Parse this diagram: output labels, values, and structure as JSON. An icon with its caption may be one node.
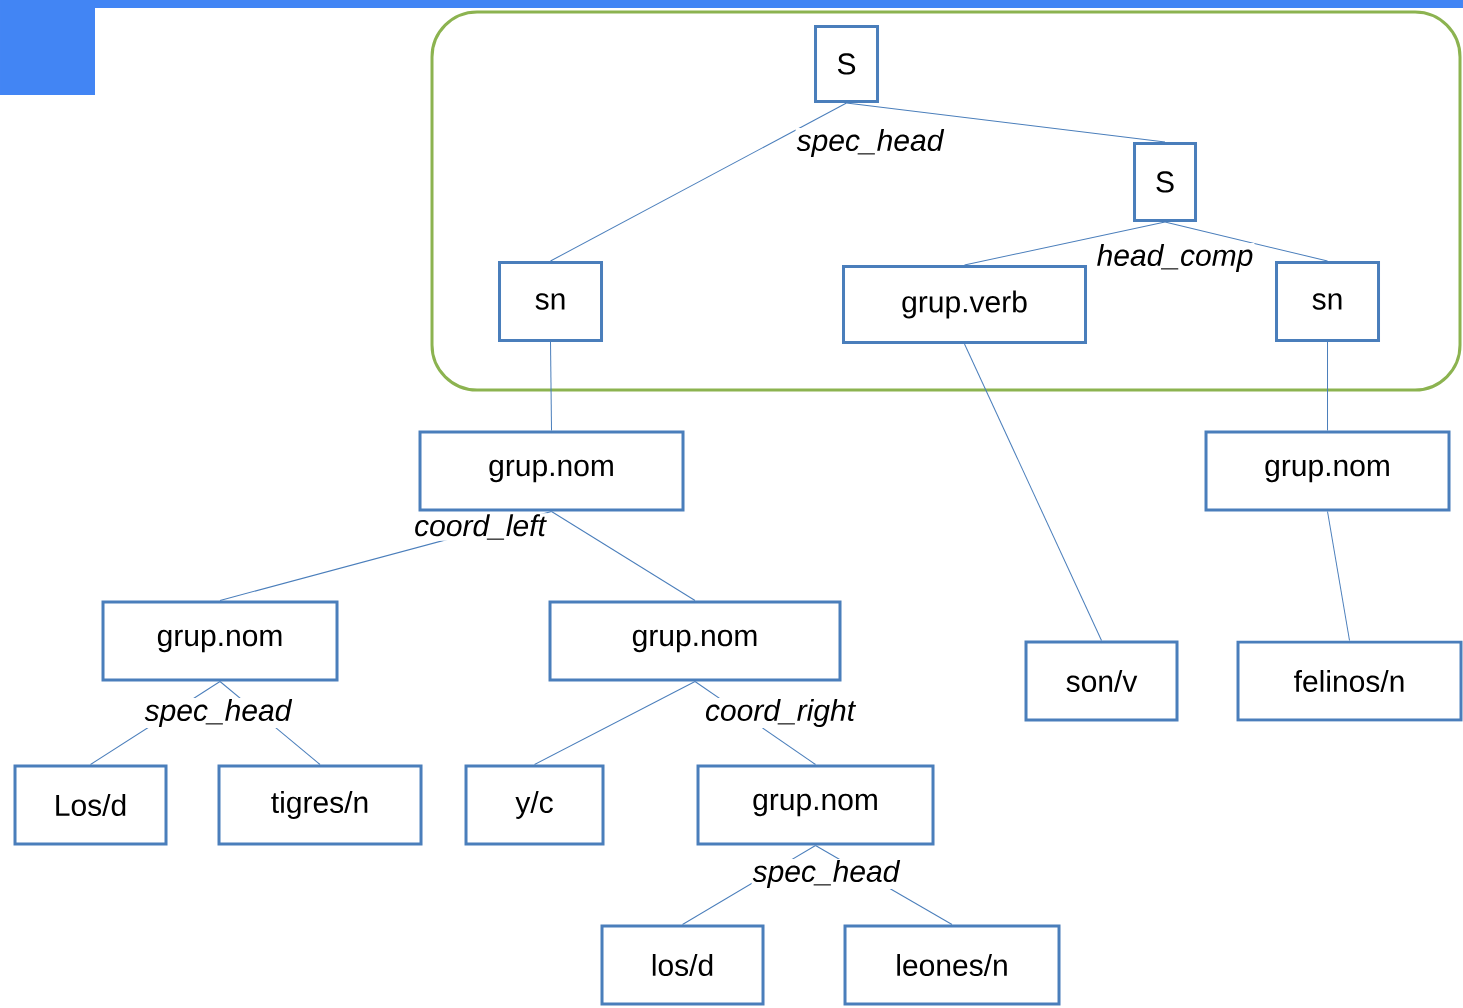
{
  "diagram": {
    "nodes": [
      {
        "text": [],
        "shape": "box"
      },
      {
        "text": [
          "S"
        ],
        "in": 0
      },
      {
        "text": [
          "S"
        ],
        "in": 0
      },
      {
        "text": [
          "sn"
        ],
        "in": 0
      },
      {
        "text": [
          "grup.verb"
        ],
        "in": 0
      },
      {
        "text": [
          "sn"
        ],
        "in": 0
      },
      {
        "text": [
          "grup.nom"
        ]
      },
      {
        "text": [
          "grup.nom"
        ]
      },
      {
        "text": [
          "grup.nom"
        ]
      },
      {
        "text": [
          "grup.nom"
        ]
      },
      {
        "text": [
          "son/v"
        ]
      },
      {
        "text": [
          "felinos/n"
        ]
      },
      {
        "text": [
          "Los/d"
        ]
      },
      {
        "text": [
          "tigres/n"
        ]
      },
      {
        "text": [
          "y/c"
        ]
      },
      {
        "text": [
          "grup.nom"
        ]
      },
      {
        "text": [
          "los/d"
        ]
      },
      {
        "text": [
          "leones/n"
        ]
      }
    ],
    "edges": [
      {
        "from": 1,
        "to": 3,
        "arrow": "none"
      },
      {
        "from": 1,
        "to": 2,
        "arrow": "none"
      },
      {
        "from": 2,
        "to": 4,
        "arrow": "none"
      },
      {
        "from": 2,
        "to": 5,
        "arrow": "none"
      },
      {
        "from": 3,
        "to": 6,
        "arrow": "none"
      },
      {
        "from": 4,
        "to": 10,
        "arrow": "none"
      },
      {
        "from": 5,
        "to": 7,
        "arrow": "none"
      },
      {
        "from": 6,
        "to": 8,
        "arrow": "none"
      },
      {
        "from": 6,
        "to": 9,
        "arrow": "none"
      },
      {
        "from": 7,
        "to": 11,
        "arrow": "none"
      },
      {
        "from": 8,
        "to": 12,
        "arrow": "none"
      },
      {
        "from": 8,
        "to": 13,
        "arrow": "none"
      },
      {
        "from": 9,
        "to": 14,
        "arrow": "none"
      },
      {
        "from": 9,
        "to": 15,
        "arrow": "none"
      },
      {
        "from": 15,
        "to": 16,
        "arrow": "none"
      },
      {
        "from": 15,
        "to": 17,
        "arrow": "none"
      }
    ],
    "labels": [
      "spec_head",
      "head_comp",
      "coord_left",
      "spec_head",
      "coord_right",
      "spec_head"
    ]
  }
}
